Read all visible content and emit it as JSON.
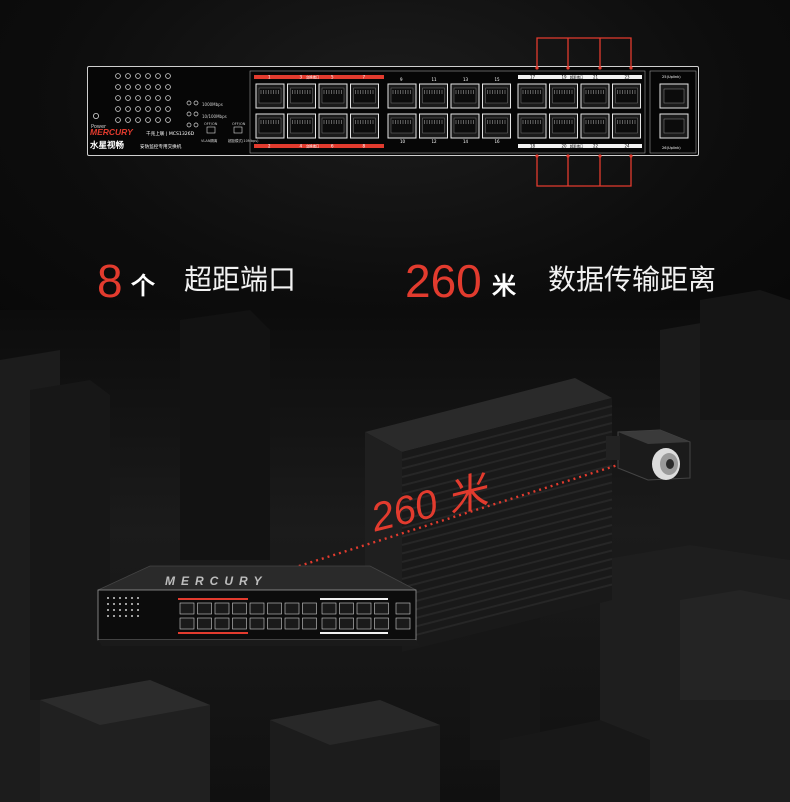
{
  "panel": {
    "brand": "MERCURY",
    "brand_cn": "水星视畅",
    "model_tag": "千兆上联 | MCS1326D",
    "product_desc": "安防监控专用交换机",
    "power_label": "Power",
    "label_1000": "1000Mbps",
    "label_100": "10/100Mbps",
    "switch_a_label": "OFF/ON",
    "switch_a_caption": "VLAN隔离",
    "switch_b_label": "OFF/ON",
    "switch_b_caption": "超距模式(10Mbps)",
    "group_label_top": "交换端口",
    "group_label_mid": "超距端口",
    "uplink_top": "25(Uplink)",
    "uplink_bottom": "26(Uplink)",
    "top_port_numbers": [
      "1",
      "3",
      "5",
      "7",
      "9",
      "11",
      "13",
      "15",
      "17",
      "19",
      "21",
      "23"
    ],
    "bottom_port_numbers": [
      "2",
      "4",
      "6",
      "8",
      "10",
      "12",
      "14",
      "16",
      "18",
      "20",
      "22",
      "24"
    ]
  },
  "stats": {
    "ports_number": "8",
    "ports_unit": "个",
    "ports_label": "超距端口",
    "distance_number": "260",
    "distance_unit": "米",
    "distance_label": "数据传输距离"
  },
  "scene": {
    "distance_callout": "260 米",
    "device_brand": "MERCURY"
  },
  "colors": {
    "accent_red": "#e23b2e",
    "panel_border": "#cfcfcf"
  }
}
